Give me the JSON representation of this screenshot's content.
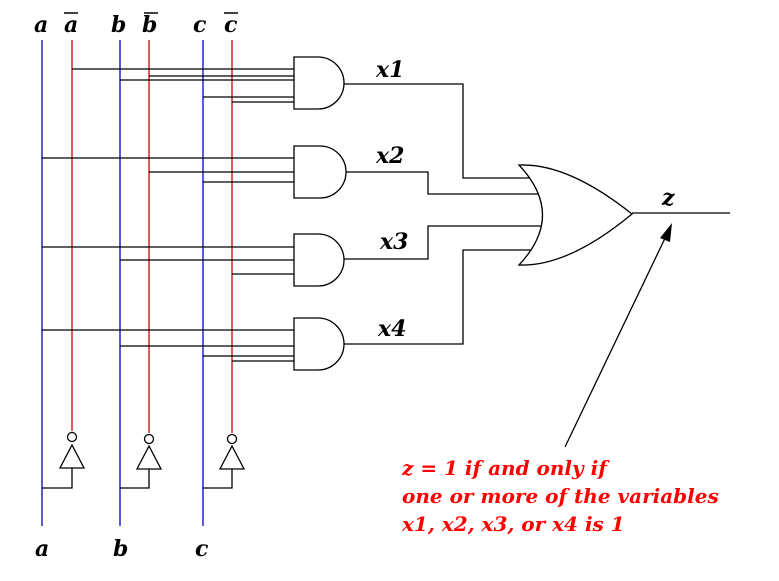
{
  "inputs": {
    "top": [
      {
        "name": "a",
        "bar": false
      },
      {
        "name": "a",
        "bar": true
      },
      {
        "name": "b",
        "bar": false
      },
      {
        "name": "b",
        "bar": true
      },
      {
        "name": "c",
        "bar": false
      },
      {
        "name": "c",
        "bar": true
      }
    ],
    "bottom": [
      "a",
      "b",
      "c"
    ]
  },
  "wires": {
    "colors": {
      "true_line": "#0000cc",
      "complement_line": "#cc0000",
      "gate_wires": "#000000"
    }
  },
  "gates": {
    "and": [
      "x1",
      "x2",
      "x3",
      "x4"
    ],
    "or_output": "z"
  },
  "annotation": {
    "line1": "z = 1 if and only if",
    "line2": "one or more of the variables",
    "line3": "x1, x2, x3, or x4 is 1",
    "color": "#ff0000"
  }
}
